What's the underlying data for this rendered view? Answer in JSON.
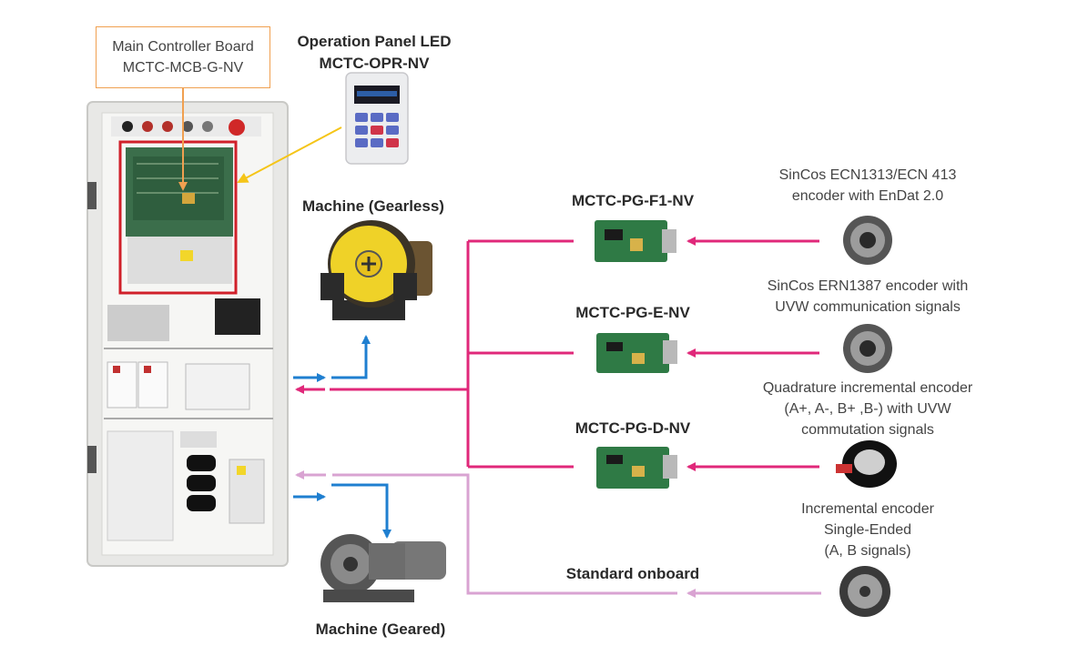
{
  "controller": {
    "callout_line1": "Main Controller Board",
    "callout_line2": "MCTC-MCB-G-NV"
  },
  "operation_panel": {
    "title_line1": "Operation Panel LED",
    "title_line2": "MCTC-OPR-NV"
  },
  "machines": {
    "gearless": "Machine (Gearless)",
    "geared": "Machine (Geared)"
  },
  "pg_cards": [
    {
      "name": "MCTC-PG-F1-NV"
    },
    {
      "name": "MCTC-PG-E-NV"
    },
    {
      "name": "MCTC-PG-D-NV"
    }
  ],
  "standard": "Standard onboard",
  "encoders": [
    {
      "line1": "SinCos ECN1313/ECN 413",
      "line2": "encoder with EnDat 2.0",
      "line3": ""
    },
    {
      "line1": "SinCos ERN1387 encoder with",
      "line2": "UVW communication signals",
      "line3": ""
    },
    {
      "line1": "Quadrature incremental encoder",
      "line2": "(A+, A-, B+ ,B-) with UVW",
      "line3": "commutation signals"
    },
    {
      "line1": "Incremental encoder",
      "line2": "Single-Ended",
      "line3": "(A, B signals)"
    }
  ],
  "colors": {
    "magenta": "#e0287a",
    "lilac": "#d9a3d2",
    "blue": "#1f7fd0",
    "callout_border": "#f0a050",
    "highlight_red": "#d0202a",
    "pointer_yellow": "#f5c518"
  }
}
